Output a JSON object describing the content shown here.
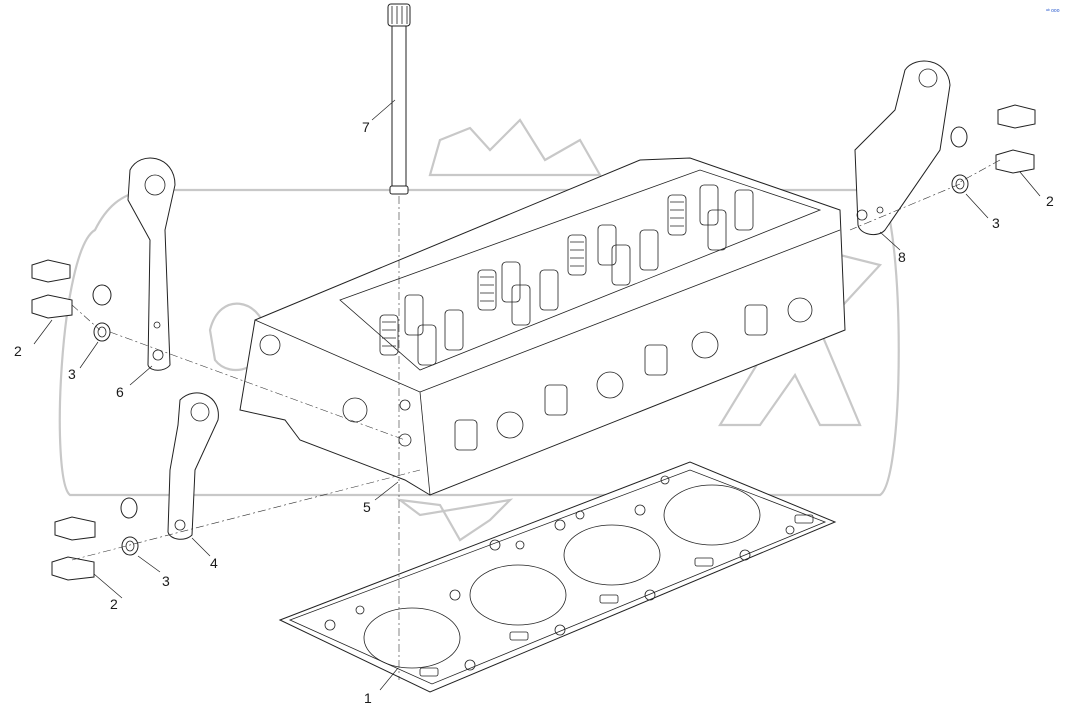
{
  "diagram": {
    "callouts": {
      "c1": "1",
      "c2a": "2",
      "c2b": "2",
      "c2c": "2",
      "c3a": "3",
      "c3b": "3",
      "c3c": "3",
      "c4": "4",
      "c5": "5",
      "c6": "6",
      "c7": "7",
      "c8": "8"
    },
    "corner_mark": "ᵃᵇ ooo"
  }
}
